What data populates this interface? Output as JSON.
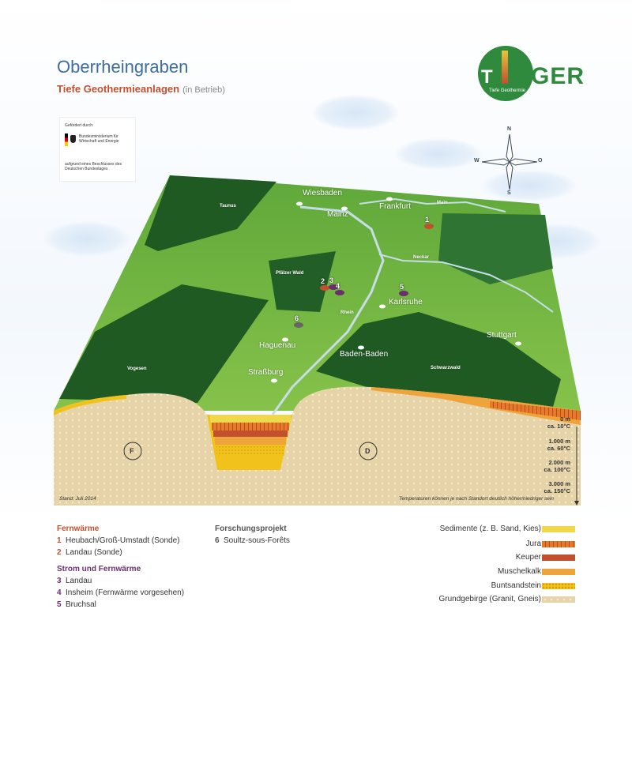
{
  "title": "Oberrheingraben",
  "subtitle": {
    "main": "Tiefe Geothermieanlagen",
    "note": "(in Betrieb)"
  },
  "sponsor": {
    "line1": "Gefördert durch:",
    "ministry": "Bundesministerium für Wirtschaft und Energie",
    "decision": "aufgrund eines Beschlusses des Deutschen Bundestages"
  },
  "logo": {
    "t": "T",
    "ger": "GER",
    "tagline": "Tiefe Geothermie",
    "colors": {
      "green": "#2f8a3e",
      "accent": "#c1502e"
    }
  },
  "compass": {
    "n": "N",
    "s": "S",
    "w": "W",
    "o": "O",
    "icon": "compass-rose-icon"
  },
  "map": {
    "regions": [
      "Taunus",
      "Pfälzer Wald",
      "Vogesen",
      "Schwarzwald"
    ],
    "rivers": [
      "Main",
      "Neckar",
      "Rhein"
    ],
    "cities": [
      "Wiesbaden",
      "Mainz",
      "Frankfurt",
      "Karlsruhe",
      "Haguenau",
      "Baden-Baden",
      "Stuttgart",
      "Straßburg"
    ],
    "plants": [
      "1",
      "2",
      "3",
      "4",
      "5",
      "6"
    ],
    "countries": [
      "F",
      "D"
    ]
  },
  "profile": {
    "depths": [
      {
        "d": "0 m",
        "t": "ca. 10°C"
      },
      {
        "d": "1.000 m",
        "t": "ca. 60°C"
      },
      {
        "d": "2.000 m",
        "t": "ca. 100°C"
      },
      {
        "d": "3.000 m",
        "t": "ca. 150°C"
      }
    ],
    "stand": "Stand: Juli 2014",
    "temp_note": "Temperaturen können je nach Standort deutlich höher/niedriger sein"
  },
  "legend": {
    "fernwaerme": {
      "heading": "Fernwärme",
      "items": [
        {
          "n": "1",
          "t": "Heubach/Groß-Umstadt (Sonde)"
        },
        {
          "n": "2",
          "t": "Landau (Sonde)"
        }
      ]
    },
    "strom": {
      "heading": "Strom und Fernwärme",
      "items": [
        {
          "n": "3",
          "t": "Landau"
        },
        {
          "n": "4",
          "t": "Insheim (Fernwärme vorgesehen)"
        },
        {
          "n": "5",
          "t": "Bruchsal"
        }
      ]
    },
    "forschung": {
      "heading": "Forschungsprojekt",
      "items": [
        {
          "n": "6",
          "t": "Soultz-sous-Forêts"
        }
      ]
    },
    "layers": [
      {
        "name": "Sedimente (z. B. Sand, Kies)",
        "color": "#f0d84a"
      },
      {
        "name": "Jura",
        "color": "#e8782c"
      },
      {
        "name": "Keuper",
        "color": "#c1502e"
      },
      {
        "name": "Muschelkalk",
        "color": "#eea43a"
      },
      {
        "name": "Buntsandstein",
        "color": "#f2c21c"
      },
      {
        "name": "Grundgebirge (Granit, Gneis)",
        "color": "#e6d4a8"
      }
    ],
    "colors": {
      "fernwaerme": "#c1502e",
      "strom": "#6b2f6e",
      "forschung": "#666666"
    }
  }
}
